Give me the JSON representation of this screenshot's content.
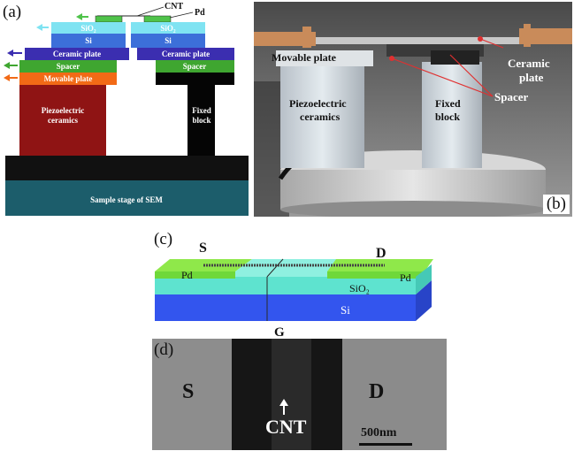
{
  "figure": {
    "panels": {
      "a": {
        "label": "(a)",
        "layers": {
          "cnt": "CNT",
          "pd": "Pd",
          "sio2_left": "SiO₂",
          "sio2_right": "SiO₂",
          "si_left": "Si",
          "si_right": "Si",
          "ceramic_left": "Ceramic plate",
          "ceramic_right": "Ceramic plate",
          "spacer_left": "Spacer",
          "spacer_right": "Spacer",
          "movable": "Movable plate",
          "piezo_line1": "Piezoelectric",
          "piezo_line2": "ceramics",
          "fixed_line1": "Fixed",
          "fixed_line2": "block",
          "stage": "Sample stage of SEM"
        },
        "colors": {
          "pd": "#4fc34a",
          "sio2": "#7fe3f2",
          "si": "#3c6fd9",
          "ceramic": "#3b2eb0",
          "spacer": "#3fa630",
          "movable": "#f26a16",
          "piezo": "#8f1414",
          "fixed": "#050505",
          "base": "#111111",
          "stage": "#1c5d6b"
        }
      },
      "b": {
        "label": "(b)",
        "annotations": {
          "movable": "Movable plate",
          "piezo_line1": "Piezoelectric",
          "piezo_line2": "ceramics",
          "fixed_line1": "Fixed",
          "fixed_line2": "block",
          "ceramic_line1": "Ceramic",
          "ceramic_line2": "plate",
          "spacer": "Spacer"
        }
      },
      "c": {
        "label": "(c)",
        "labels": {
          "s": "S",
          "d": "D",
          "g": "G",
          "pd_left": "Pd",
          "pd_right": "Pd",
          "sio2": "SiO₂",
          "si": "Si"
        },
        "colors": {
          "pd": "#6fd83a",
          "sio2": "#5ee3cf",
          "si": "#3355ee"
        }
      },
      "d": {
        "label": "(d)",
        "labels": {
          "s": "S",
          "d": "D",
          "cnt": "CNT",
          "scale": "500nm"
        }
      }
    }
  }
}
